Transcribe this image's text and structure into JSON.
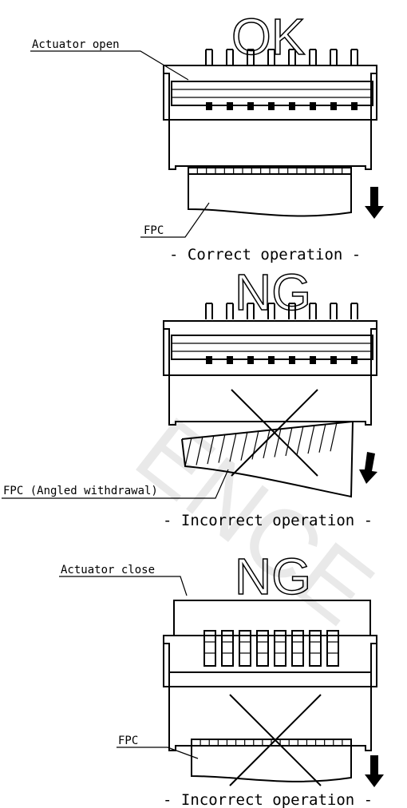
{
  "watermark": "ENCE",
  "panels": [
    {
      "verdict": "OK",
      "caption": "- Correct operation -",
      "labels": {
        "actuator": "Actuator open",
        "fpc": "FPC"
      }
    },
    {
      "verdict": "NG",
      "caption": "- Incorrect operation -",
      "labels": {
        "fpc": "FPC (Angled withdrawal)"
      }
    },
    {
      "verdict": "NG",
      "caption": "- Incorrect operation -",
      "labels": {
        "actuator": "Actuator close",
        "fpc": "FPC"
      }
    }
  ]
}
